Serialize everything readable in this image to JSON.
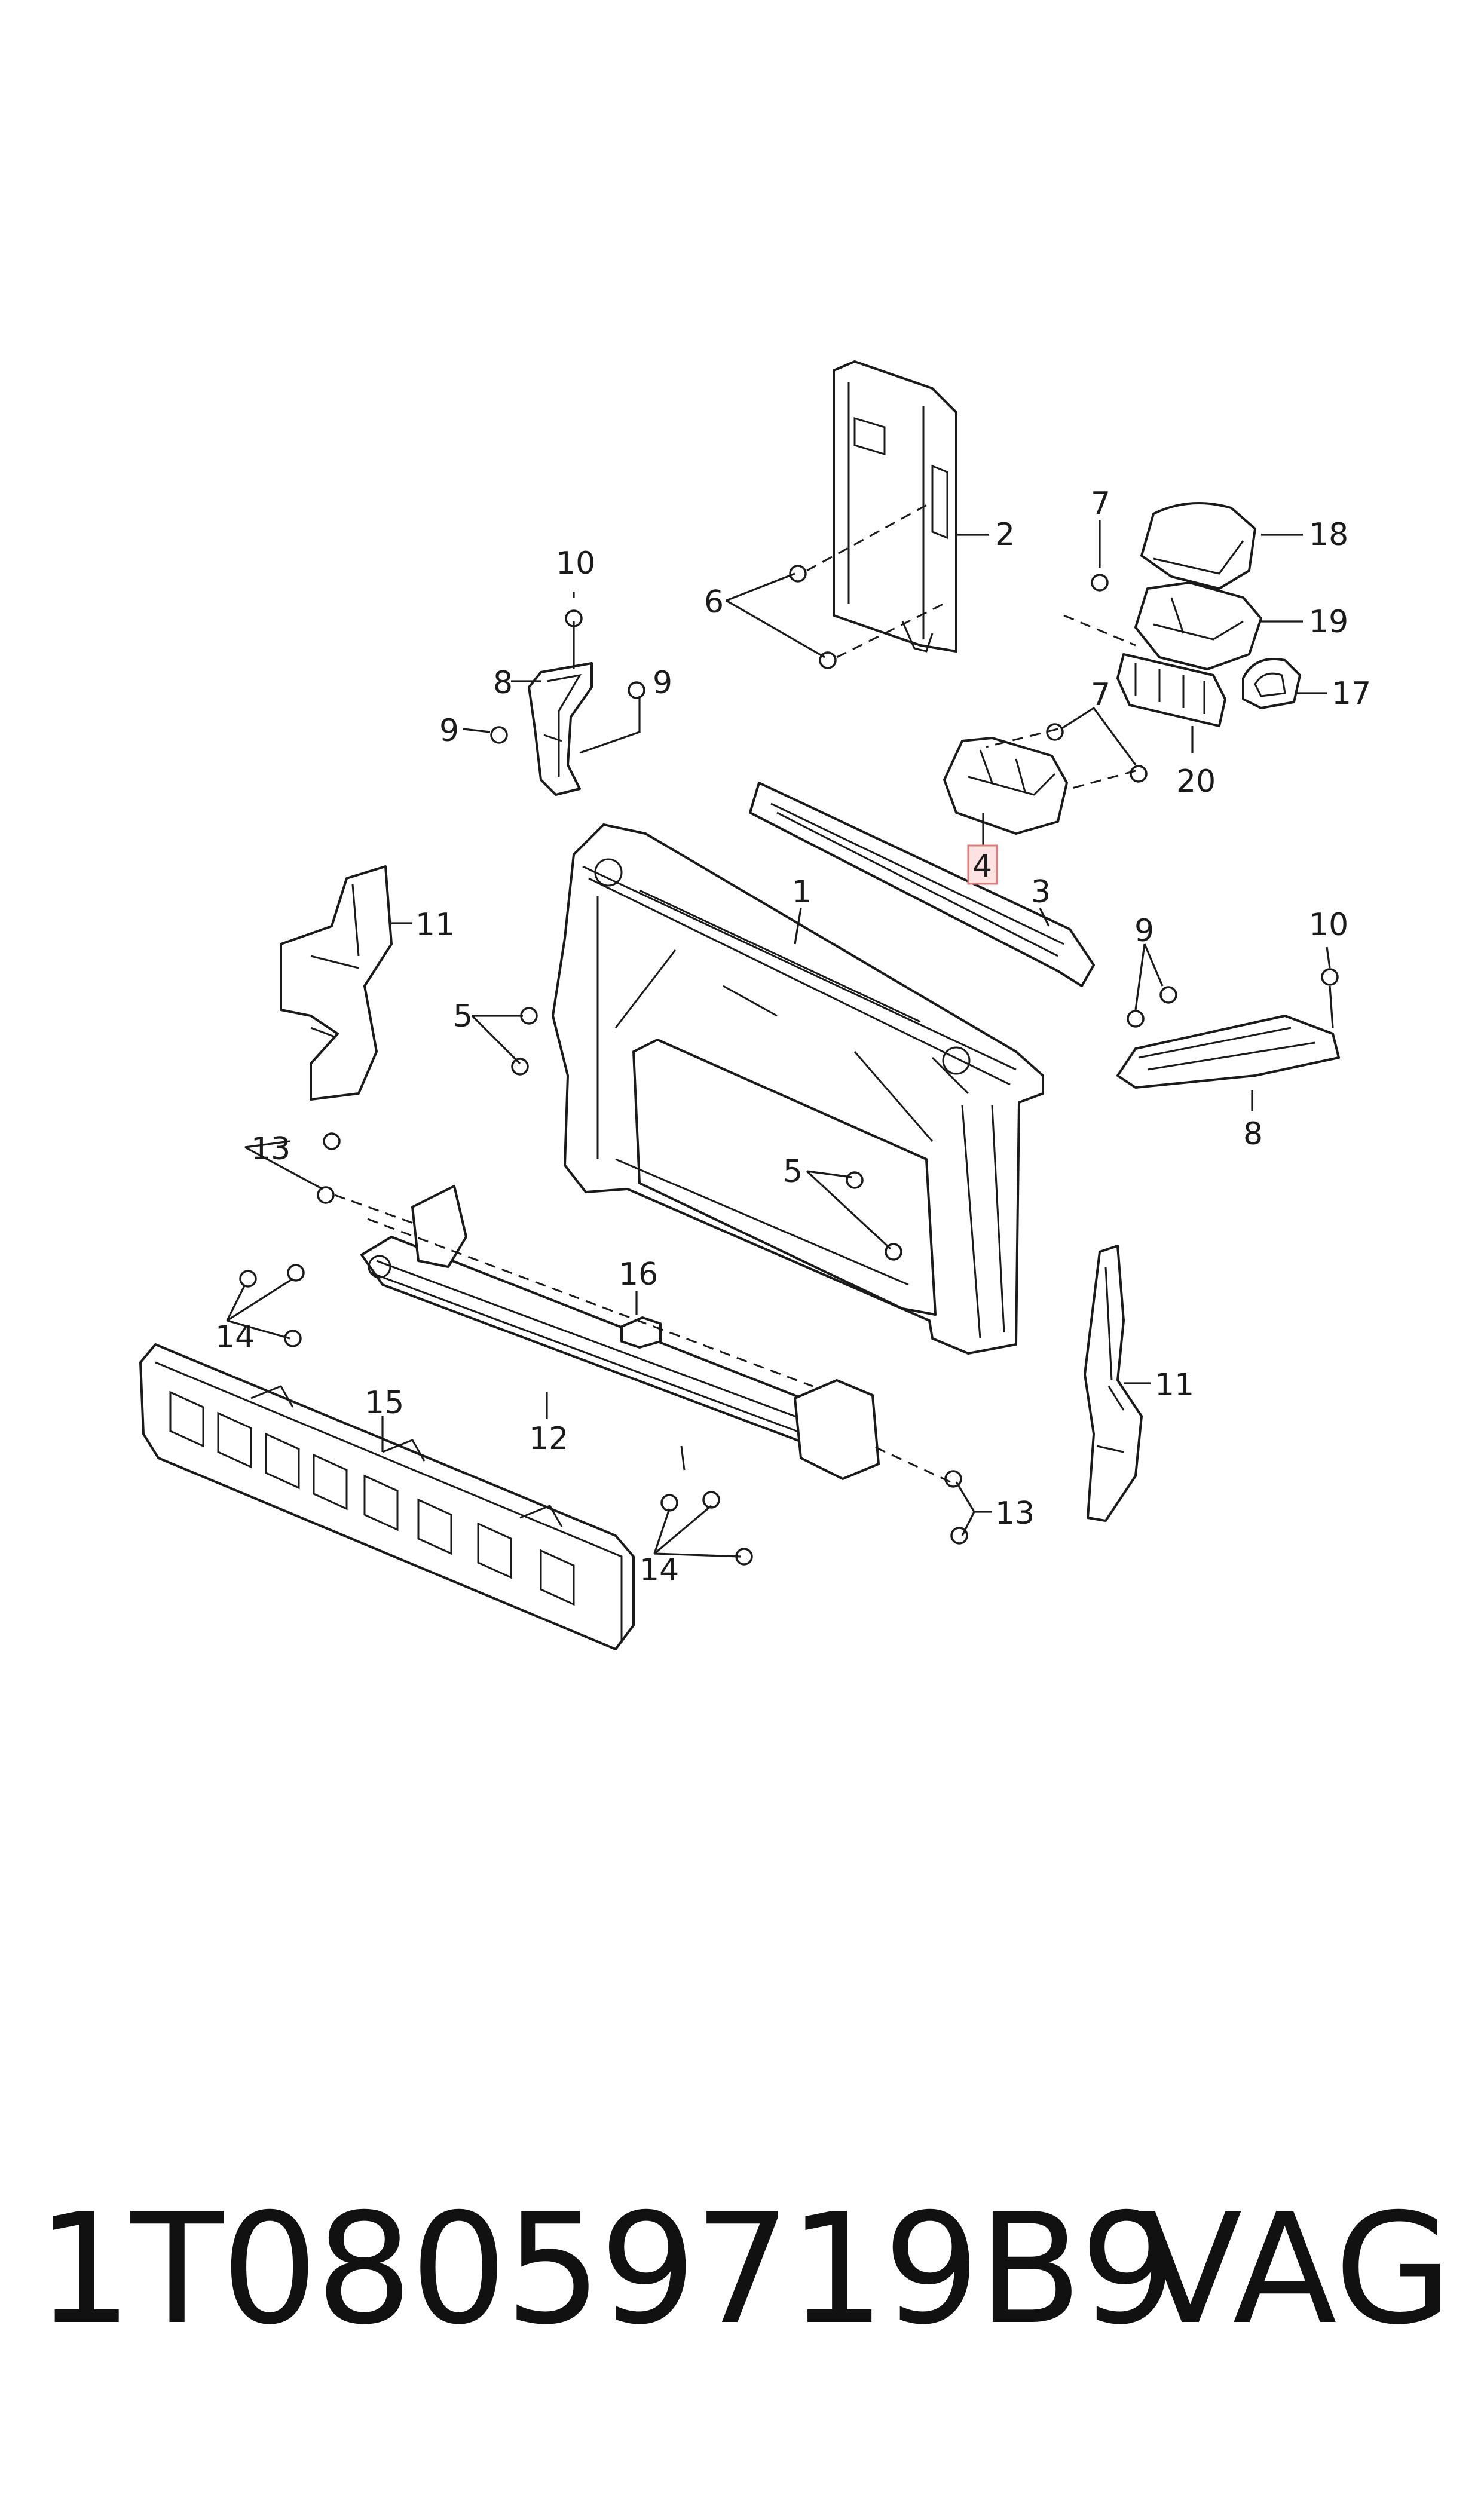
{
  "callouts": {
    "c1": "1",
    "c2": "2",
    "c3": "3",
    "c4": "4",
    "c5a": "5",
    "c5b": "5",
    "c6": "6",
    "c7a": "7",
    "c7b": "7",
    "c8a": "8",
    "c8b": "8",
    "c9a": "9",
    "c9b": "9",
    "c9c": "9",
    "c10a": "10",
    "c10b": "10",
    "c11a": "11",
    "c11b": "11",
    "c12": "12",
    "c13a": "13",
    "c13b": "13",
    "c14a": "14",
    "c14b": "14",
    "c15": "15",
    "c16": "16",
    "c17": "17",
    "c18": "18",
    "c19": "19",
    "c20": "20"
  },
  "footer": {
    "part_number": "1T08059719B9",
    "brand": "VAG"
  },
  "colors": {
    "line": "#1a1a1a",
    "highlight_fill": "#fde2e2",
    "highlight_stroke": "#e07a7a"
  }
}
